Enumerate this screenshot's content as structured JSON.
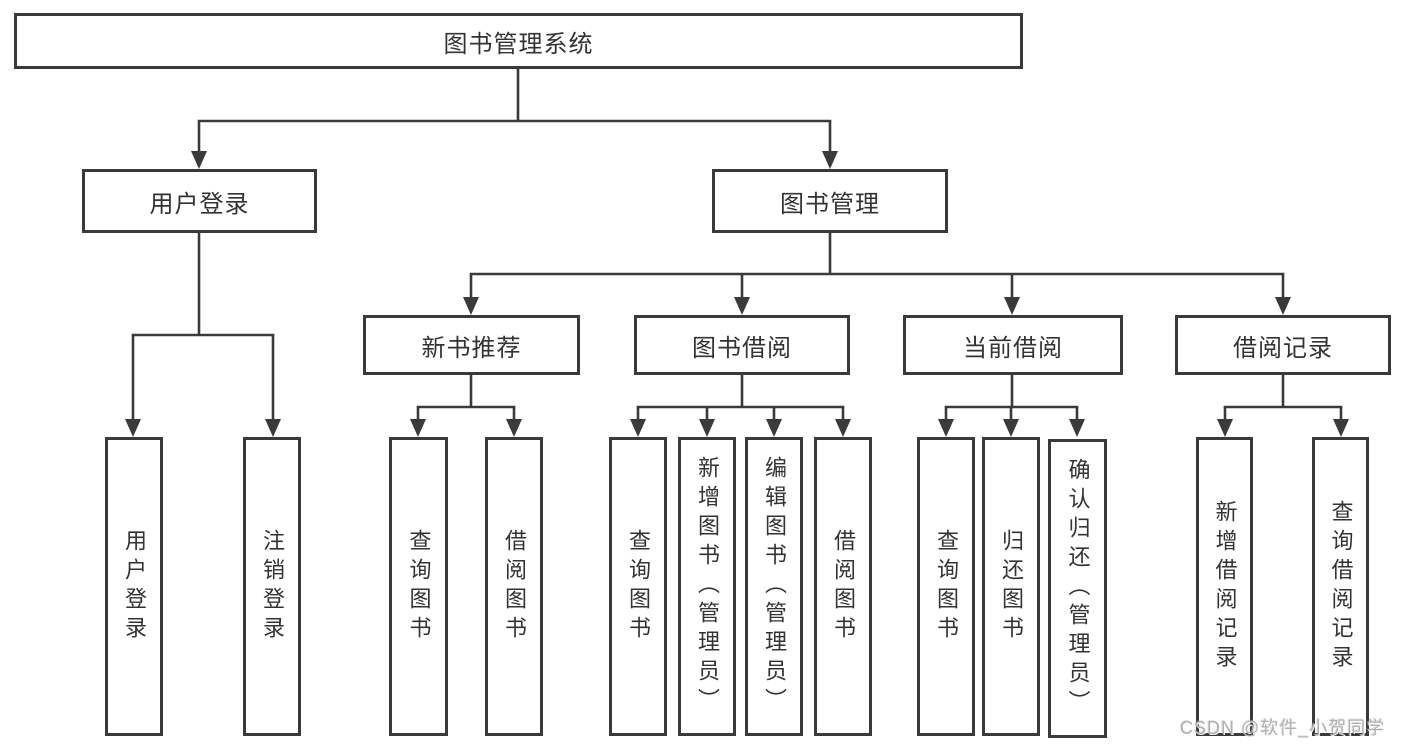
{
  "diagram": {
    "type": "hierarchy-tree",
    "colors": {
      "background": "#ffffff",
      "line": "#3a3a3a",
      "box_border": "#3a3a3a",
      "box_fill": "#ffffff",
      "text": "#333333",
      "watermark": "#b0b0b0"
    },
    "watermark": "CSDN @软件_小贺同学",
    "tree": {
      "label": "图书管理系统",
      "children": [
        {
          "label": "用户登录",
          "children": [
            {
              "label": "用户登录"
            },
            {
              "label": "注销登录"
            }
          ]
        },
        {
          "label": "图书管理",
          "children": [
            {
              "label": "新书推荐",
              "children": [
                {
                  "label": "查询图书"
                },
                {
                  "label": "借阅图书"
                }
              ]
            },
            {
              "label": "图书借阅",
              "children": [
                {
                  "label": "查询图书"
                },
                {
                  "label": "新增图书（管理员）"
                },
                {
                  "label": "编辑图书（管理员）"
                },
                {
                  "label": "借阅图书"
                }
              ]
            },
            {
              "label": "当前借阅",
              "children": [
                {
                  "label": "查询图书"
                },
                {
                  "label": "归还图书"
                },
                {
                  "label": "确认归还（管理员）"
                }
              ]
            },
            {
              "label": "借阅记录",
              "children": [
                {
                  "label": "新增借阅记录"
                },
                {
                  "label": "查询借阅记录"
                }
              ]
            }
          ]
        }
      ]
    }
  }
}
